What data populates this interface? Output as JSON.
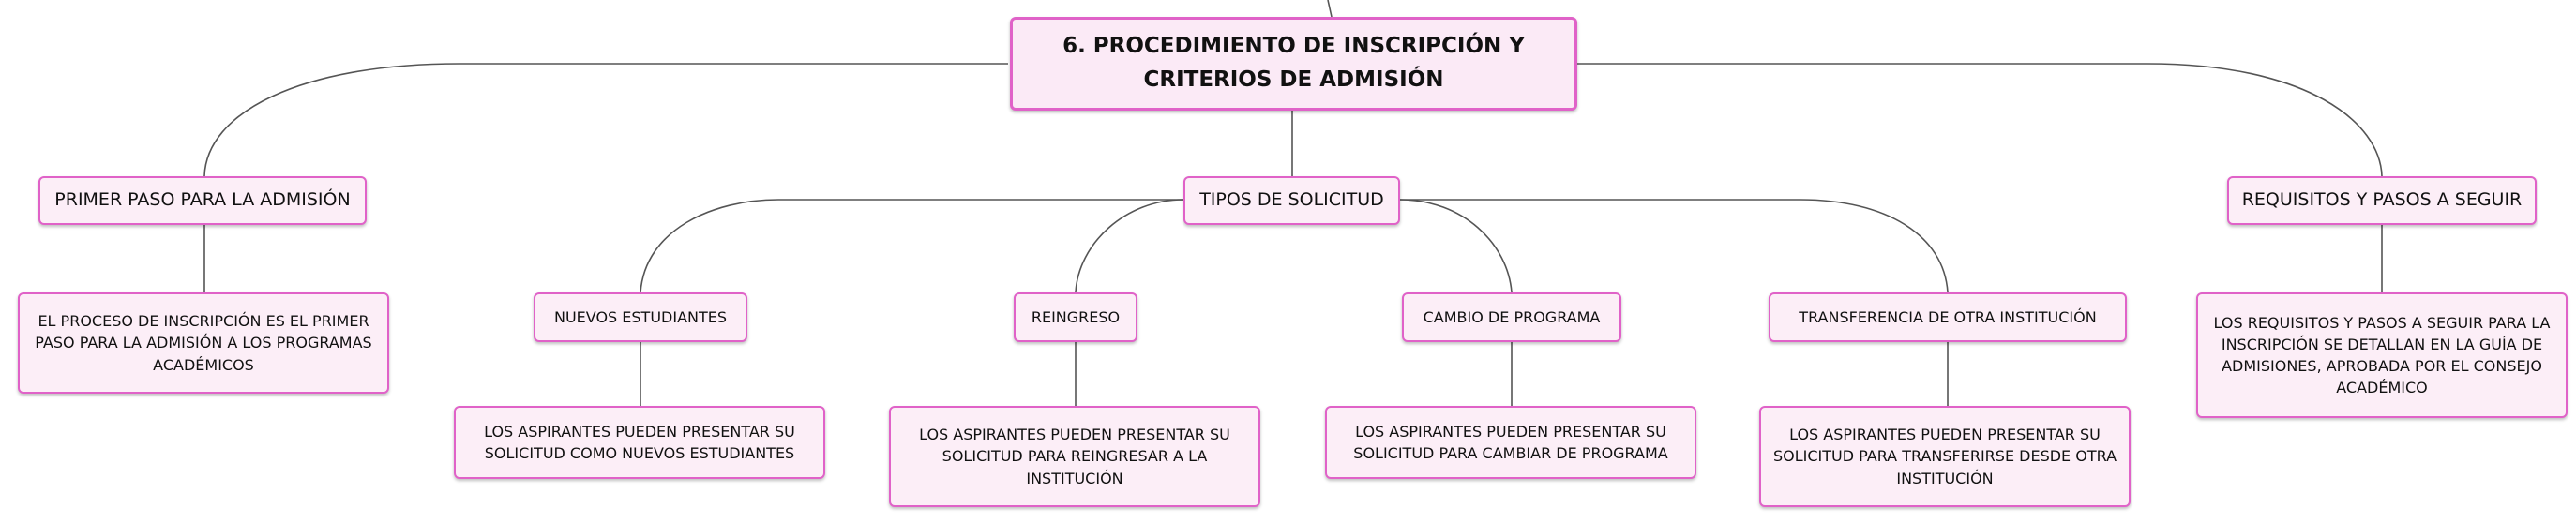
{
  "root": {
    "title": "6. PROCEDIMIENTO DE INSCRIPCIÓN Y CRITERIOS DE ADMISIÓN"
  },
  "branches": {
    "primer_paso": {
      "label": "PRIMER PASO PARA LA ADMISIÓN",
      "detail": "EL PROCESO DE INSCRIPCIÓN ES EL PRIMER PASO PARA LA ADMISIÓN A LOS PROGRAMAS ACADÉMICOS"
    },
    "tipos": {
      "label": "TIPOS DE SOLICITUD",
      "children": [
        {
          "label": "NUEVOS ESTUDIANTES",
          "detail": "LOS ASPIRANTES PUEDEN PRESENTAR SU SOLICITUD COMO NUEVOS ESTUDIANTES"
        },
        {
          "label": "REINGRESO",
          "detail": "LOS ASPIRANTES PUEDEN PRESENTAR SU SOLICITUD PARA REINGRESAR A LA INSTITUCIÓN"
        },
        {
          "label": "CAMBIO DE PROGRAMA",
          "detail": "LOS ASPIRANTES PUEDEN PRESENTAR SU SOLICITUD PARA CAMBIAR DE PROGRAMA"
        },
        {
          "label": "TRANSFERENCIA DE OTRA INSTITUCIÓN",
          "detail": "LOS ASPIRANTES PUEDEN PRESENTAR SU SOLICITUD PARA TRANSFERIRSE DESDE OTRA INSTITUCIÓN"
        }
      ]
    },
    "requisitos": {
      "label": "REQUISITOS Y PASOS A SEGUIR",
      "detail": "LOS REQUISITOS Y PASOS A SEGUIR PARA LA INSCRIPCIÓN SE DETALLAN EN LA GUÍA DE ADMISIONES, APROBADA POR EL CONSEJO ACADÉMICO"
    }
  },
  "colors": {
    "node_fill": "#fceef7",
    "node_border": "#e062c8",
    "connector": "#555555"
  }
}
